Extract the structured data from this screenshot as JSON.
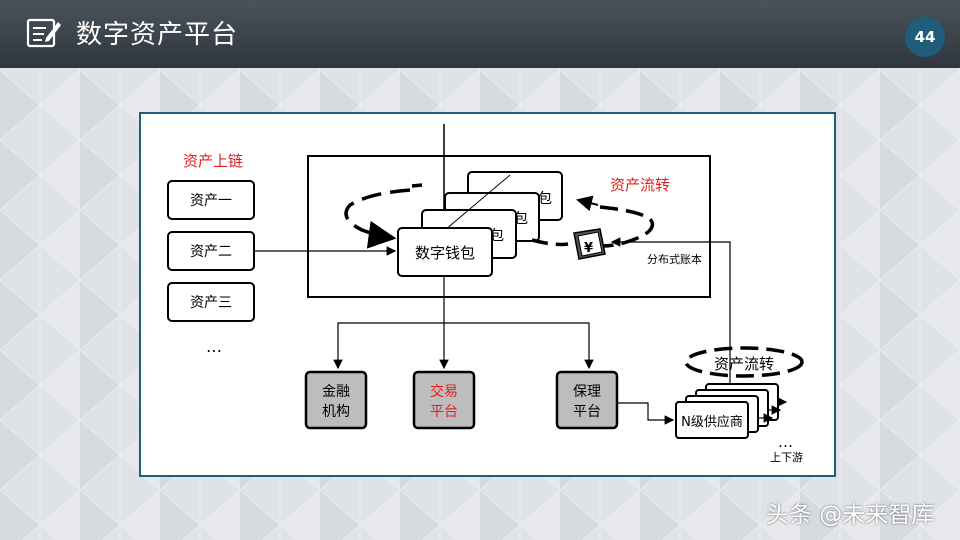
{
  "header": {
    "title": "数字资产平台",
    "page_number": "44",
    "icon": "notepad-pencil-icon"
  },
  "diagram": {
    "asset_onchain_label": "资产上链",
    "assets": [
      "资产一",
      "资产二",
      "资产三"
    ],
    "assets_more": "…",
    "wallet_label": "数字钱包",
    "wallet_back_fragments": [
      "包",
      "包",
      "包"
    ],
    "asset_flow_label": "资产流转",
    "ledger_label": "分布式账本",
    "ledger_symbol": "¥",
    "financial_institution": [
      "金融",
      "机构"
    ],
    "trading_platform": [
      "交易",
      "平台"
    ],
    "factoring_platform": [
      "保理",
      "平台"
    ],
    "supplier_flow_label": "资产流转",
    "supplier_label": "N级供应商",
    "supplier_more": "…",
    "upstream_downstream": "上下游",
    "colors": {
      "highlight": "#e02020",
      "frame": "#1f5d7a",
      "gray_box": "#bdbdbd"
    }
  },
  "watermark": "头条 @未来智库"
}
